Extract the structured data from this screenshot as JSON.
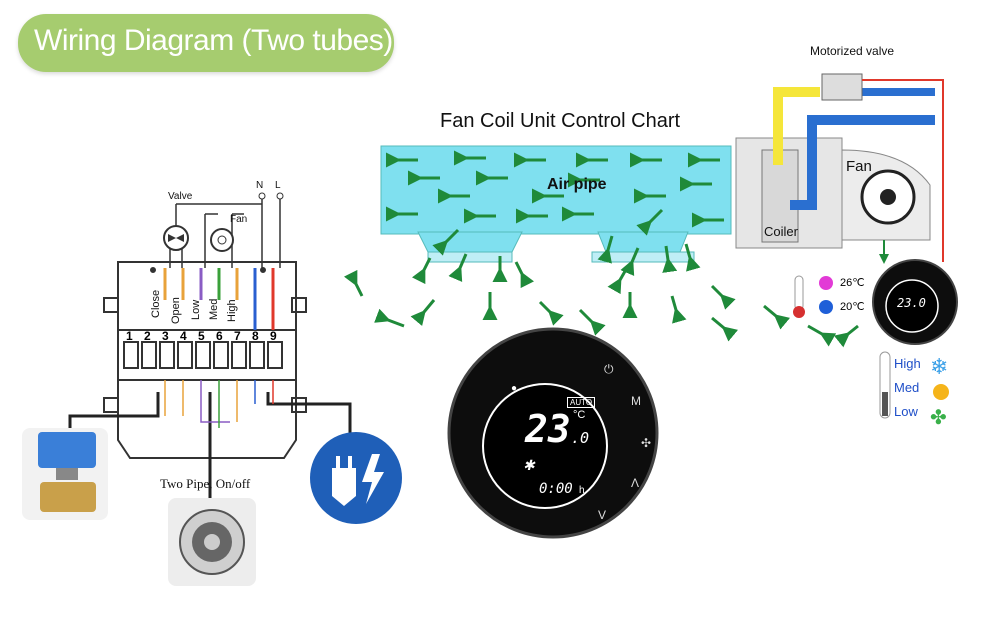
{
  "header": {
    "title": "Wiring Diagram  (Two tubes) :"
  },
  "chart_title": "Fan Coil Unit Control Chart",
  "fcu": {
    "air_pipe": "Air pipe",
    "fan": "Fan",
    "coiler": "Coiler",
    "motorized_valve": "Motorized valve"
  },
  "wiring": {
    "top_labels": {
      "valve": "Valve",
      "fan": "Fan",
      "n": "N",
      "l": "L"
    },
    "wire_labels": [
      "Close",
      "Open",
      "Low",
      "Med",
      "High"
    ],
    "terminals": [
      "1",
      "2",
      "3",
      "4",
      "5",
      "6",
      "7",
      "8",
      "9"
    ],
    "caption": "Two Pipe, On/off"
  },
  "main_thermostat": {
    "temp": "23",
    "decimal": ".0",
    "unit": "°C",
    "mode": "AUTO",
    "time": "0:00",
    "time_unit": "h",
    "buttons": {
      "power": "⏻",
      "mode": "M",
      "fan": "✣",
      "up": "Λ",
      "down": "V"
    }
  },
  "small_thermostat": {
    "temp": "23.0"
  },
  "temperature_legend": {
    "hot": "26℃",
    "cold": "20℃"
  },
  "fan_speed_legend": {
    "high": "High",
    "med": "Med",
    "low": "Low"
  },
  "colors": {
    "banner": "#a6cc6f",
    "arrow": "#1f8a3a",
    "air_pipe": "#7fe0ef",
    "hot_pipe": "#f5e63a",
    "cold_pipe": "#2a6fd0",
    "red_wire": "#e0382b",
    "blue_icon": "#1f5fb8"
  }
}
